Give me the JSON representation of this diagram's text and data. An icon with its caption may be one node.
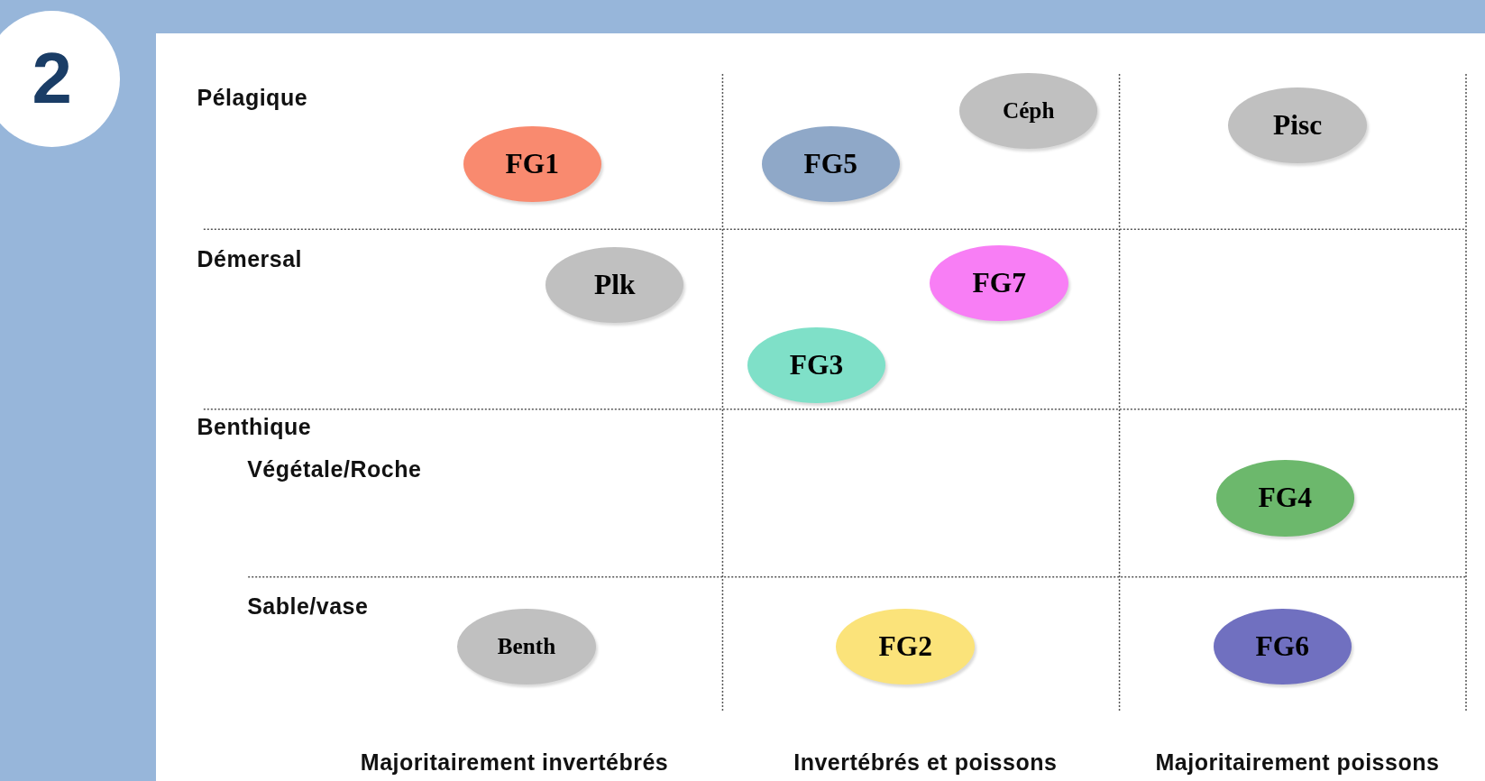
{
  "diagram": {
    "nodes": [
      {
        "text": [
          "2"
        ]
      },
      {
        "text": [
          "FG1"
        ]
      },
      {
        "text": [
          "Céph"
        ]
      },
      {
        "text": [
          "FG5"
        ]
      },
      {
        "text": [
          "Pisc"
        ]
      },
      {
        "text": [
          "Plk"
        ]
      },
      {
        "text": [
          "FG7"
        ]
      },
      {
        "text": [
          "FG3"
        ]
      },
      {
        "text": [
          "FG4"
        ]
      },
      {
        "text": [
          "Benth"
        ]
      },
      {
        "text": [
          "FG2"
        ]
      },
      {
        "text": [
          "FG6"
        ]
      }
    ],
    "labels": [
      "Pélagique",
      "Démersal",
      "Benthique",
      "Végétale/Roche",
      "Sable/vase",
      "Majoritairement invertébrés",
      "Invertébrés et poissons",
      "Majoritairement poissons"
    ]
  }
}
